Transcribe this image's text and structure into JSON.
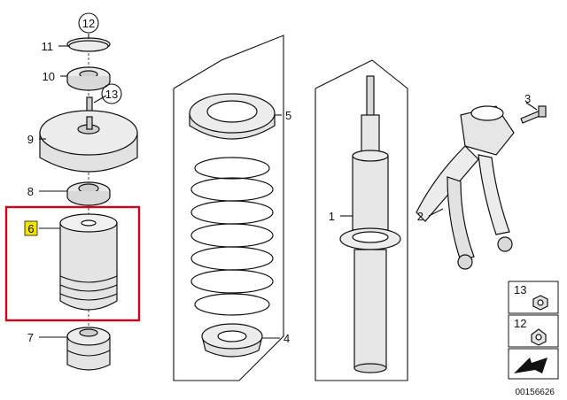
{
  "callouts": {
    "c1": "1",
    "c2": "2",
    "c3": "3",
    "c4": "4",
    "c5": "5",
    "c6": "6",
    "c7": "7",
    "c8": "8",
    "c9": "9",
    "c10": "10",
    "c11": "11",
    "c12": "12",
    "c13": "13"
  },
  "legend": {
    "l13": "13",
    "l12": "12"
  },
  "footer": {
    "diagram_number": "00156626"
  },
  "colors": {
    "highlight_box": "#d0021b",
    "callout_6_fill": "#f2e600",
    "part_fill": "#ececec",
    "part_shade": "#cfcfcf",
    "line": "#111111"
  },
  "icons": [
    "wrench-arrow-icon",
    "nut-icon",
    "washer-icon"
  ]
}
